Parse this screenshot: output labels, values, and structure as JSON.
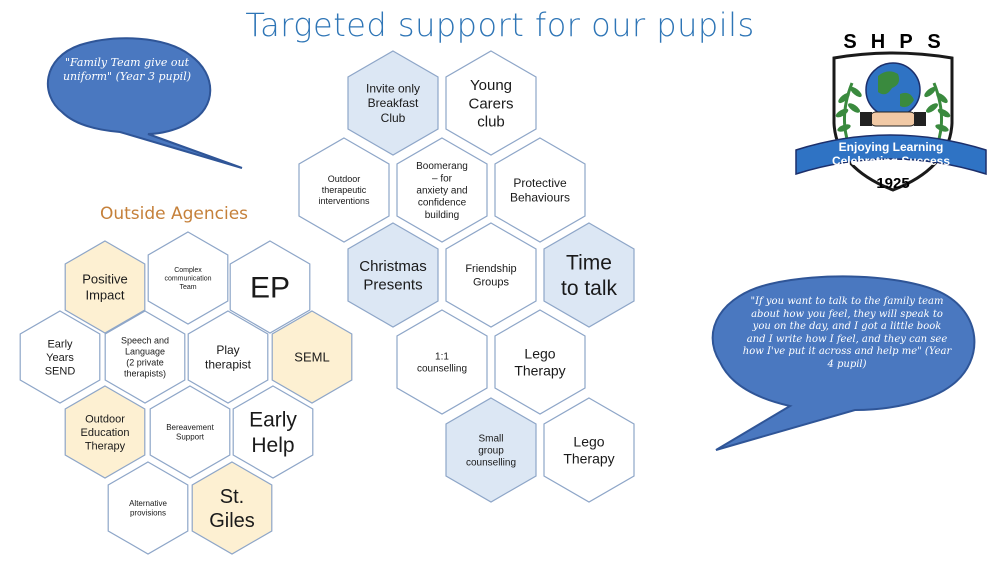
{
  "title": "Targeted support for our pupils",
  "outside_agencies_title": "Outside Agencies",
  "quote_top_left": "\"Family Team give out uniform\" (Year 3 pupil)",
  "quote_right": "\"If you want to talk to the family team about how you feel, they will speak to you on the day, and I got a little book and I write how I feel, and they can see how I've put it across and help me\" (Year 4 pupil)",
  "logo": {
    "letters": [
      "S",
      "H",
      "P",
      "S"
    ],
    "motto_line1": "Enjoying Learning",
    "motto_line2": "Celebrating Success",
    "year": "1925",
    "colors": {
      "blue": "#2f73c4",
      "green": "#3a8a3e",
      "navy": "#1c2f6b"
    }
  },
  "colors": {
    "hex_border": "#8ea6c8",
    "hex_blue_fill": "#dce7f4",
    "hex_yellow_fill": "#fdf0d2",
    "bubble_fill": "#4a78c0",
    "bubble_stroke": "#2f5597",
    "title_color": "#2e75b6",
    "section_title_color": "#c5803a"
  },
  "school_hexes": [
    {
      "lines": [
        "Invite only",
        "Breakfast",
        "Club"
      ],
      "fill": "blue",
      "size": 12
    },
    {
      "lines": [
        "Young",
        "Carers",
        "club"
      ],
      "fill": "white",
      "size": 15
    },
    {
      "lines": [
        "Outdoor",
        "therapeutic",
        "interventions"
      ],
      "fill": "white",
      "size": 9
    },
    {
      "lines": [
        "Boomerang",
        "– for",
        "anxiety and",
        "confidence",
        "building"
      ],
      "fill": "white",
      "size": 10
    },
    {
      "lines": [
        "Protective",
        "Behaviours"
      ],
      "fill": "white",
      "size": 12
    },
    {
      "lines": [
        "Christmas",
        "Presents"
      ],
      "fill": "blue",
      "size": 15
    },
    {
      "lines": [
        "Friendship",
        "Groups"
      ],
      "fill": "white",
      "size": 11
    },
    {
      "lines": [
        "Time",
        "to talk"
      ],
      "fill": "blue",
      "size": 21
    },
    {
      "lines": [
        "1:1",
        "counselling"
      ],
      "fill": "white",
      "size": 10
    },
    {
      "lines": [
        "Lego",
        "Therapy"
      ],
      "fill": "white",
      "size": 14
    },
    {
      "lines": [
        "Small",
        "group",
        "counselling"
      ],
      "fill": "blue",
      "size": 10
    },
    {
      "lines": [
        "Lego",
        "Therapy"
      ],
      "fill": "white",
      "size": 14
    }
  ],
  "agency_hexes": [
    {
      "lines": [
        "Positive",
        "Impact"
      ],
      "fill": "yellow",
      "size": 13
    },
    {
      "lines": [
        "Complex",
        "communication",
        "Team"
      ],
      "fill": "white",
      "size": 7
    },
    {
      "lines": [
        "EP"
      ],
      "fill": "white",
      "size": 30
    },
    {
      "lines": [
        "Early",
        "Years",
        "SEND"
      ],
      "fill": "white",
      "size": 11
    },
    {
      "lines": [
        "Speech and",
        "Language",
        "(2 private",
        "therapists)"
      ],
      "fill": "white",
      "size": 9
    },
    {
      "lines": [
        "Play",
        "therapist"
      ],
      "fill": "white",
      "size": 12
    },
    {
      "lines": [
        "SEML"
      ],
      "fill": "yellow",
      "size": 13
    },
    {
      "lines": [
        "Outdoor",
        "Education",
        "Therapy"
      ],
      "fill": "yellow",
      "size": 11
    },
    {
      "lines": [
        "Bereavement",
        "Support"
      ],
      "fill": "white",
      "size": 8
    },
    {
      "lines": [
        "Early",
        "Help"
      ],
      "fill": "white",
      "size": 21
    },
    {
      "lines": [
        "Alternative",
        "provisions"
      ],
      "fill": "white",
      "size": 8
    },
    {
      "lines": [
        "St.",
        "Giles"
      ],
      "fill": "yellow",
      "size": 20
    }
  ]
}
